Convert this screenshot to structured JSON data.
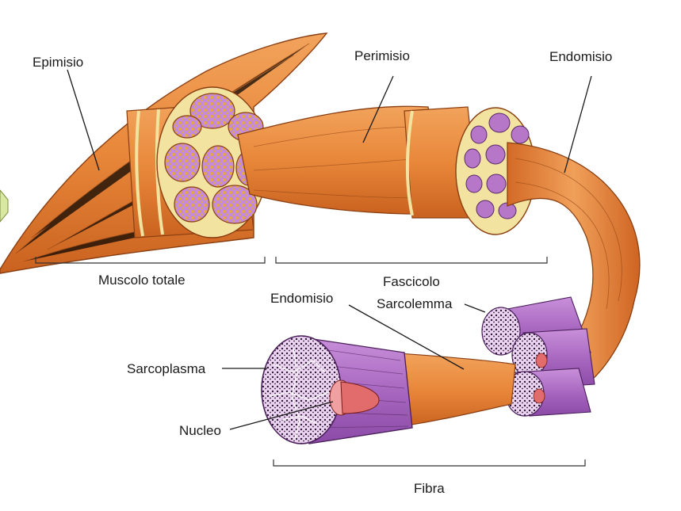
{
  "labels": {
    "epimisio": "Epimisio",
    "perimisio": "Perimisio",
    "endomisio_top": "Endomisio",
    "muscolo_totale": "Muscolo totale",
    "fascicolo": "Fascicolo",
    "endomisio_mid": "Endomisio",
    "sarcolemma": "Sarcolemma",
    "sarcoplasma": "Sarcoplasma",
    "nucleo": "Nucleo",
    "fibra": "Fibra"
  },
  "colors": {
    "muscle": "#e8873a",
    "muscle_dark": "#c0581c",
    "muscle_light": "#f6b070",
    "sheath": "#f3e3a0",
    "fibre_purple": "#b677c9",
    "fibre_purple_light": "#e4c6ee",
    "nucleus": "#e26b6b",
    "arrow_tab": "#d8e8a0"
  }
}
